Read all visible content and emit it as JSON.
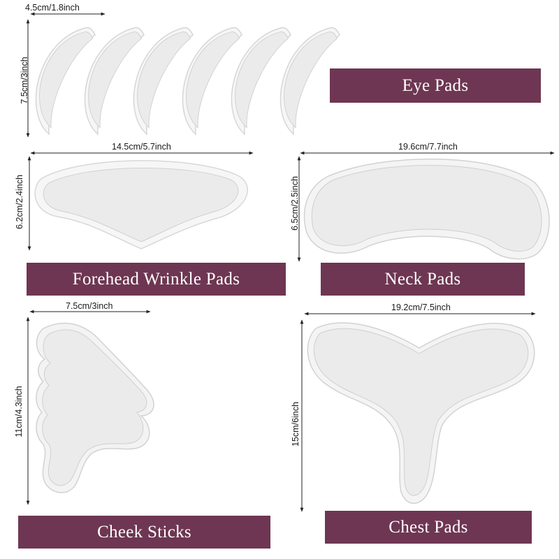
{
  "eye": {
    "width_label": "4.5cm/1.8inch",
    "height_label": "7.5cm/3inch",
    "title": "Eye Pads",
    "pad_count": 6
  },
  "forehead": {
    "width_label": "14.5cm/5.7inch",
    "height_label": "6.2cm/2.4inch",
    "title": "Forehead Wrinkle Pads"
  },
  "neck": {
    "width_label": "19.6cm/7.7inch",
    "height_label": "6.5cm/2.5inch",
    "title": "Neck Pads"
  },
  "cheek": {
    "width_label": "7.5cm/3inch",
    "height_label": "11cm/4.3inch",
    "title": "Cheek Sticks"
  },
  "chest": {
    "width_label": "19.2cm/7.5inch",
    "height_label": "15cm/6inch",
    "title": "Chest Pads"
  },
  "colors": {
    "banner": "#6e3652",
    "banner_text": "#ffffff",
    "pad_fill": "#ebebeb",
    "pad_edge": "#d4d4d4"
  }
}
